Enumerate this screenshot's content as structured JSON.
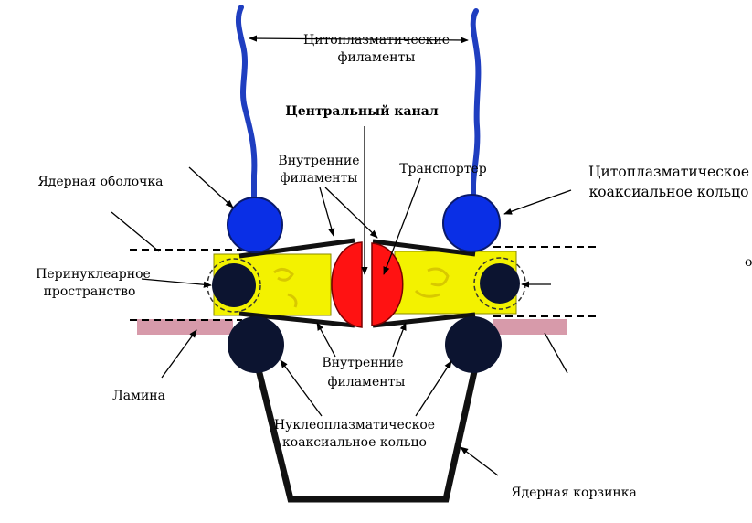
{
  "labels": {
    "cytoplasmic_filaments": [
      "Цитоплазматические",
      "филаменты"
    ],
    "central_channel": "Центральный канал",
    "inner_filaments_top": [
      "Внутренние",
      "филаменты"
    ],
    "transporter": "Транспортер",
    "nuclear_envelope": "Ядерная оболочка",
    "cytoplasmic_ring": [
      "Цитоплазматическое",
      "коаксиальное кольцо"
    ],
    "perinuclear_space": [
      "Перинуклеарное",
      "пространство"
    ],
    "inner_filaments_bottom": [
      "Внутренние",
      "филаменты"
    ],
    "lamina": "Ламина",
    "nucleoplasmic_ring": [
      "Нуклеоплазматическое",
      "коаксиальное кольцо"
    ],
    "nuclear_basket": "Ядерная корзинка",
    "edge_mark": "o"
  },
  "colors": {
    "filament_blue": "#1f3ec0",
    "ring_blue": "#0a2fe6",
    "dark_navy": "#0c1430",
    "yellow": "#f3f200",
    "transporter_red": "#ff1212",
    "lamina_pink": "#d79aaa",
    "basket_black": "#111111"
  }
}
